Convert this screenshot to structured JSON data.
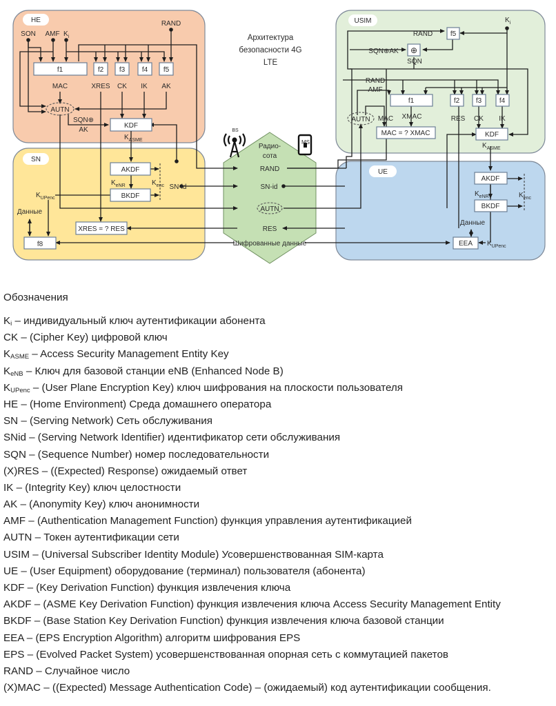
{
  "diagram": {
    "title_lines": [
      "Архитектура",
      "безопасности 4G",
      "LTE"
    ],
    "zones": {
      "he": {
        "label": "HE",
        "color": "#f8cbad"
      },
      "sn": {
        "label": "SN",
        "color": "#ffe699"
      },
      "usim": {
        "label": "USIM",
        "color": "#e2efda"
      },
      "ue": {
        "label": "UE",
        "color": "#bdd7ee"
      },
      "radio": {
        "label_lines": [
          "Радио-",
          "сота"
        ],
        "color": "#c5e0b4"
      }
    },
    "he": {
      "inputs": {
        "son": "SON",
        "amf": "AMF",
        "ki": "K",
        "ki_sub": "i",
        "rand": "RAND"
      },
      "functions": [
        "f1",
        "f2",
        "f3",
        "f4",
        "f5"
      ],
      "outputs": {
        "mac": "MAC",
        "xres": "XRES",
        "ck": "CK",
        "ik": "IK",
        "ak": "AK"
      },
      "autn": "AUTN",
      "sqn_ak_lines": [
        "SQN⊕",
        "AK"
      ],
      "kdf": "KDF",
      "kasme": "K",
      "kasme_sub": "ASME"
    },
    "sn": {
      "akdf": "AKDF",
      "bkdf": "BKDF",
      "kenb": "K",
      "kenb_sub": "eNR",
      "kenc": "K",
      "kenc_sub": "enc",
      "snid": "SN-id",
      "kupenc": "K",
      "kupenc_sub": "UPenc",
      "data": "Данные",
      "compare": "XRES = ? RES",
      "f8": "f8"
    },
    "radio": {
      "bs": "BS",
      "ms": "MS",
      "rand": "RAND",
      "snid": "SN-id",
      "autn": "AUTN",
      "res": "RES",
      "encrypted": "Шифрованные данные"
    },
    "usim": {
      "ki": "K",
      "ki_sub": "i",
      "rand": "RAND",
      "f5": "f5",
      "sqn_ak": "SQN⊕AK",
      "xor": "⊕",
      "sqn": "SQN",
      "rand2": "RAND",
      "amf": "AMF",
      "functions": [
        "f1",
        "f2",
        "f3",
        "f4"
      ],
      "autn": "AUTN",
      "mac": "MAC",
      "xmac": "XMAC",
      "res": "RES",
      "ck": "CK",
      "ik": "IK",
      "compare": "MAC = ? XMAC",
      "kdf": "KDF",
      "kasme": "K",
      "kasme_sub": "ASME"
    },
    "ue": {
      "akdf": "AKDF",
      "bkdf": "BKDF",
      "kenb": "K",
      "kenb_sub": "eNR",
      "kenc": "K",
      "kenc_sub": "enc",
      "data": "Данные",
      "eea": "EEA",
      "kupenc": "K",
      "kupenc_sub": "UPenc"
    }
  },
  "legend": {
    "title": "Обозначения",
    "items": [
      {
        "term": "K",
        "sub": "i",
        "desc": " – индивидуальный ключ аутентификации абонента"
      },
      {
        "term": "CK",
        "sub": "",
        "desc": " – (Cipher Key) цифровой ключ"
      },
      {
        "term": "K",
        "sub": "ASME",
        "desc": " – Access Security Management Entity Key"
      },
      {
        "term": "K",
        "sub": "eNB",
        "desc": " – Ключ для базовой станции eNB (Enhanced Node B)"
      },
      {
        "term": "K",
        "sub": "UPenc",
        "desc": " – (User Plane Encryption Key) ключ шифрования на плоскости пользователя"
      },
      {
        "term": "HE",
        "sub": "",
        "desc": " – (Home Environment) Среда домашнего оператора"
      },
      {
        "term": "SN",
        "sub": "",
        "desc": " – (Serving Network) Сеть обслуживания"
      },
      {
        "term": "SNid",
        "sub": "",
        "desc": " – (Serving Network Identifier) идентификатор сети обслуживания"
      },
      {
        "term": "SQN",
        "sub": "",
        "desc": " – (Sequence Number) номер последовательности"
      },
      {
        "term": "(X)RES",
        "sub": "",
        "desc": " – ((Expected) Response) ожидаемый ответ"
      },
      {
        "term": "IK",
        "sub": "",
        "desc": " – (Integrity Key) ключ целостности"
      },
      {
        "term": "AK",
        "sub": "",
        "desc": " – (Anonymity Key) ключ анонимности"
      },
      {
        "term": "AMF",
        "sub": "",
        "desc": " – (Authentication Management Function) функция управления аутентификацией"
      },
      {
        "term": "AUTN",
        "sub": "",
        "desc": " – Токен аутентификации сети"
      },
      {
        "term": "USIM",
        "sub": "",
        "desc": " – (Universal Subscriber Identity Module) Усовершенствованная SIM-карта"
      },
      {
        "term": "UE",
        "sub": "",
        "desc": " – (User Equipment) оборудование (терминал) пользователя (абонента)"
      },
      {
        "term": "KDF",
        "sub": "",
        "desc": " – (Key Derivation Function) функция извлечения ключа"
      },
      {
        "term": "AKDF",
        "sub": "",
        "desc": " – (ASME Key Derivation Function) функция извлечения ключа Access Security Management Entity"
      },
      {
        "term": "BKDF",
        "sub": "",
        "desc": " – (Base Station Key Derivation Function) функция извлечения ключа базовой станции"
      },
      {
        "term": "EEA",
        "sub": "",
        "desc": " – (EPS Encryption Algorithm) алгоритм шифрования EPS"
      },
      {
        "term": "EPS",
        "sub": "",
        "desc": " – (Evolved Packet System) усовершенствованная опорная сеть с коммутацией пакетов"
      },
      {
        "term": "RAND",
        "sub": "",
        "desc": " – Случайное число"
      },
      {
        "term": "(X)MAC",
        "sub": "",
        "desc": " – ((Expected) Message Authentication Code) – (ожидаемый) код аутентификации сообщения."
      }
    ]
  }
}
